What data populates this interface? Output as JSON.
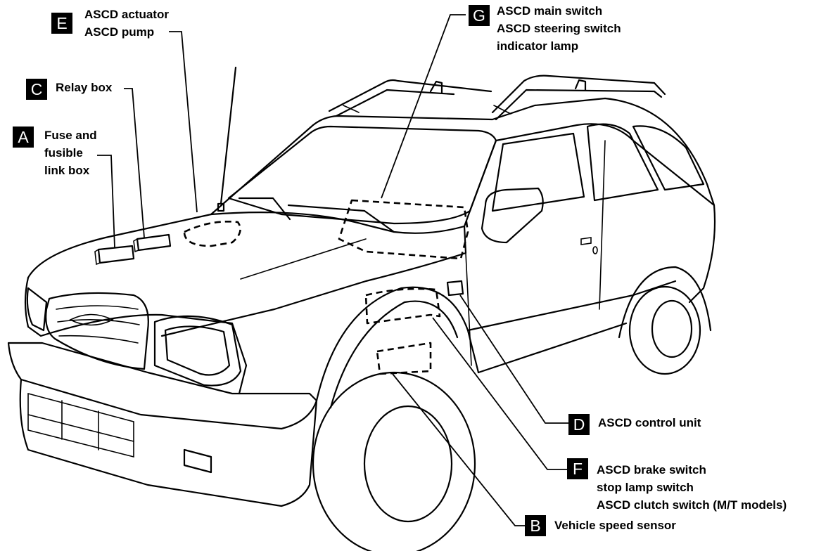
{
  "callouts": {
    "A": {
      "letter": "A",
      "lines": [
        "Fuse and",
        "fusible",
        "link box"
      ]
    },
    "C": {
      "letter": "C",
      "lines": [
        "Relay box"
      ]
    },
    "E": {
      "letter": "E",
      "lines": [
        "ASCD actuator",
        "ASCD pump"
      ]
    },
    "G": {
      "letter": "G",
      "lines": [
        "ASCD main switch",
        "ASCD steering switch",
        "indicator lamp"
      ]
    },
    "D": {
      "letter": "D",
      "lines": [
        "ASCD control unit"
      ]
    },
    "F": {
      "letter": "F",
      "lines": [
        "ASCD brake switch",
        "stop lamp switch",
        "ASCD clutch switch (M/T models)"
      ]
    },
    "B": {
      "letter": "B",
      "lines": [
        "Vehicle speed sensor"
      ]
    }
  },
  "colors": {
    "ink": "#000000",
    "paper": "#ffffff",
    "badge_text": "#ffffff"
  }
}
